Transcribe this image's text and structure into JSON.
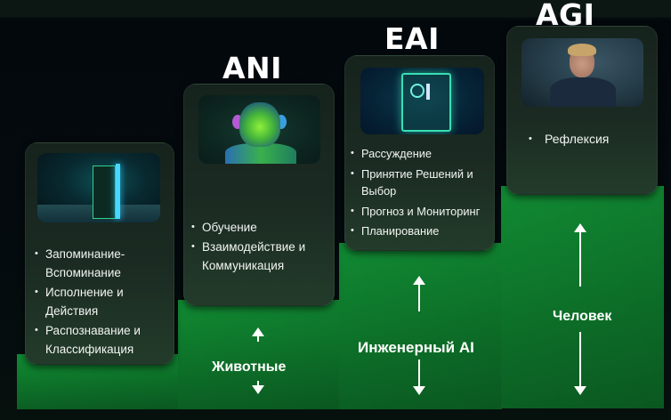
{
  "tiers": {
    "base": {
      "image": "glowing-portal-door-image",
      "bullets": [
        "Запоминание-Вспоминание",
        "Исполнение и Действия",
        "Распознавание и Классификация"
      ]
    },
    "ani": {
      "title": "ANI",
      "image": "neon-chimpanzee-image",
      "bullets": [
        "Обучение",
        "Взаимодействие и Коммуникация"
      ],
      "step_label": "Животные"
    },
    "eai": {
      "title": "EAI",
      "image": "neon-computer-case-image",
      "bullets": [
        "Рассуждение",
        "Принятие Решений и Выбор",
        "Прогноз и Мониторинг",
        "Планирование"
      ],
      "step_label": "Инженерный AI"
    },
    "agi": {
      "title": "AGI",
      "image": "man-portrait-image",
      "bullets": [
        "Рефлексия"
      ],
      "step_label": "Человек"
    }
  },
  "colors": {
    "background": "#040b0e",
    "step_green": "#0e7a2c",
    "card_dark": "#1b2b22",
    "text": "#ffffff"
  }
}
